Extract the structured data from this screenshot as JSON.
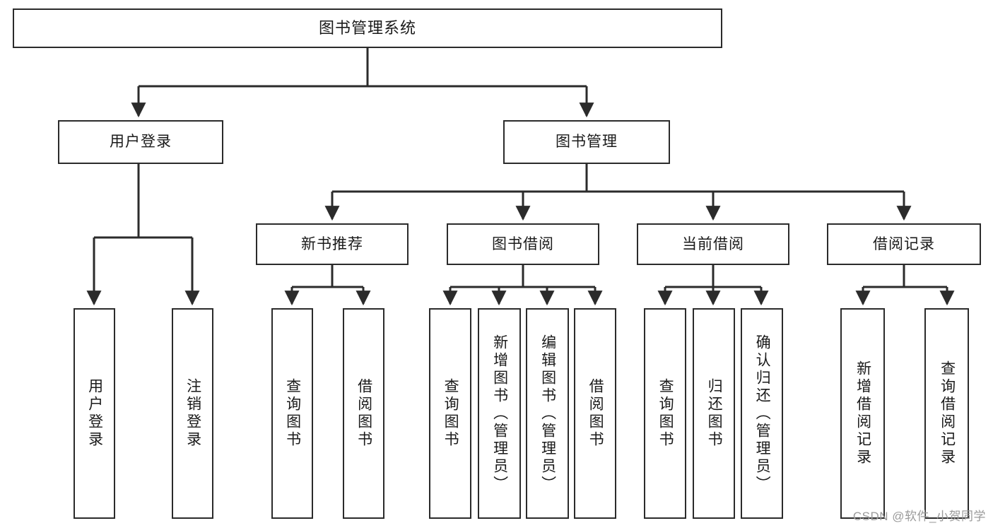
{
  "diagram": {
    "title": "图书管理系统",
    "type": "tree-hierarchy",
    "orientation": "top-down",
    "line_color": "#2b2b2b",
    "box_fill": "#ffffff",
    "text_color": "#1a1a1a"
  },
  "watermark": {
    "text": "CSDN @软件_小贺同学",
    "color": "#9a9a9a"
  },
  "nodes": {
    "root": {
      "label": "图书管理系统",
      "level": 1
    },
    "l2": [
      {
        "id": "user-login",
        "label": "用户登录",
        "level": 2
      },
      {
        "id": "book-manage",
        "label": "图书管理",
        "level": 2
      }
    ],
    "l3": [
      {
        "id": "new-book-recommend",
        "label": "新书推荐",
        "level": 3
      },
      {
        "id": "book-borrow",
        "label": "图书借阅",
        "level": 3
      },
      {
        "id": "current-borrow",
        "label": "当前借阅",
        "level": 3
      },
      {
        "id": "borrow-record",
        "label": "借阅记录",
        "level": 3
      }
    ],
    "leaves": {
      "user-login": [
        {
          "id": "leaf-user-login",
          "label": "用户登录"
        },
        {
          "id": "leaf-logout-login",
          "label": "注销登录"
        }
      ],
      "new-book-recommend": [
        {
          "id": "leaf-query-book-1",
          "label": "查询图书"
        },
        {
          "id": "leaf-borrow-book-1",
          "label": "借阅图书"
        }
      ],
      "book-borrow": [
        {
          "id": "leaf-query-book-2",
          "label": "查询图书"
        },
        {
          "id": "leaf-add-book",
          "label": "新增图书（管理员）"
        },
        {
          "id": "leaf-edit-book",
          "label": "编辑图书（管理员）"
        },
        {
          "id": "leaf-borrow-book-2",
          "label": "借阅图书"
        }
      ],
      "current-borrow": [
        {
          "id": "leaf-query-book-3",
          "label": "查询图书"
        },
        {
          "id": "leaf-return-book",
          "label": "归还图书"
        },
        {
          "id": "leaf-confirm-return",
          "label": "确认归还（管理员）"
        }
      ],
      "borrow-record": [
        {
          "id": "leaf-add-record",
          "label": "新增借阅记录"
        },
        {
          "id": "leaf-query-record",
          "label": "查询借阅记录"
        }
      ]
    }
  }
}
